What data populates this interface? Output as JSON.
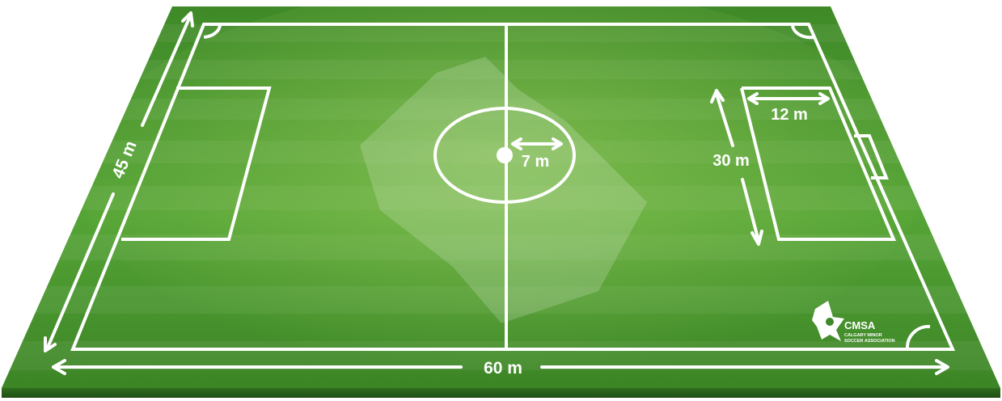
{
  "field": {
    "length_label": "60 m",
    "width_label": "45 m",
    "center_circle_radius_label": "7 m",
    "penalty_area_width_label": "30 m",
    "penalty_area_depth_label": "12 m"
  },
  "logo": {
    "acronym": "CMSA",
    "line1": "CALGARY MINOR",
    "line2": "SOCCER ASSOCIATION"
  },
  "colors": {
    "grass_light": "#5aa83a",
    "grass_dark": "#3f8a28",
    "grass_edge": "#2c6a1c",
    "lines": "#ffffff"
  }
}
